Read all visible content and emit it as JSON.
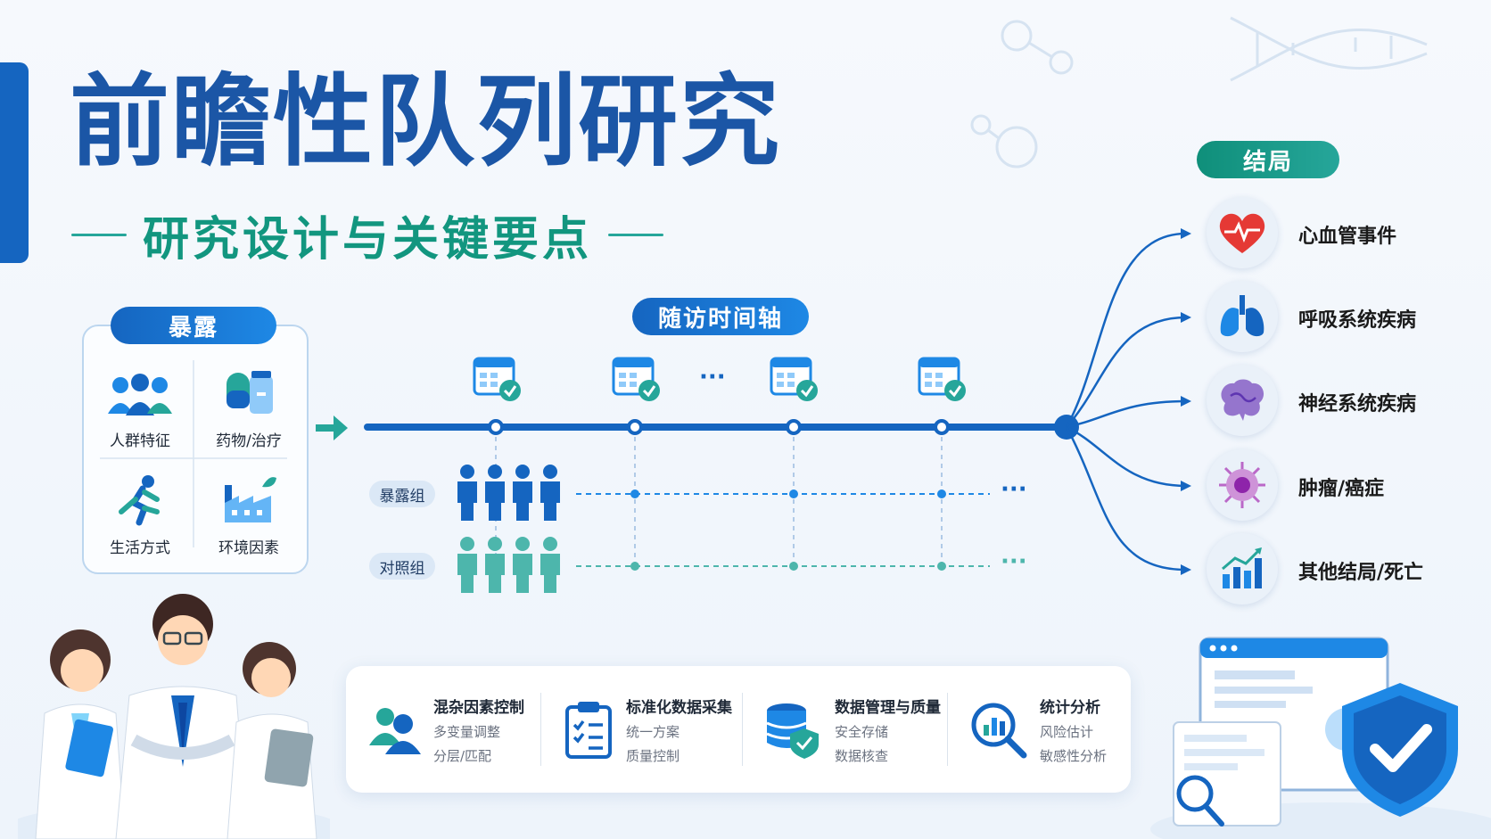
{
  "header": {
    "title": "前瞻性队列研究",
    "subtitle": "研究设计与关键要点"
  },
  "exposure": {
    "label": "暴露",
    "items": [
      {
        "label": "人群特征",
        "icon": "people-group-icon"
      },
      {
        "label": "药物/治疗",
        "icon": "medicine-icon"
      },
      {
        "label": "生活方式",
        "icon": "running-person-icon"
      },
      {
        "label": "环境因素",
        "icon": "factory-leaf-icon"
      }
    ]
  },
  "timeline": {
    "label": "随访时间轴",
    "ellipsis": "···",
    "groups": [
      {
        "label": "暴露组",
        "color": "#1565c0",
        "trail": "···"
      },
      {
        "label": "对照组",
        "color": "#4db6ac",
        "trail": "···"
      }
    ]
  },
  "outcomes": {
    "label": "结局",
    "items": [
      {
        "label": "心血管事件",
        "icon": "heart-icon"
      },
      {
        "label": "呼吸系统疾病",
        "icon": "lungs-icon"
      },
      {
        "label": "神经系统疾病",
        "icon": "brain-icon"
      },
      {
        "label": "肿瘤/癌症",
        "icon": "cell-icon"
      },
      {
        "label": "其他结局/死亡",
        "icon": "bar-chart-icon"
      }
    ]
  },
  "key_points": [
    {
      "title": "混杂因素控制",
      "lines": [
        "多变量调整",
        "分层/匹配"
      ],
      "icon": "users-icon"
    },
    {
      "title": "标准化数据采集",
      "lines": [
        "统一方案",
        "质量控制"
      ],
      "icon": "clipboard-icon"
    },
    {
      "title": "数据管理与质量",
      "lines": [
        "安全存储",
        "数据核查"
      ],
      "icon": "database-shield-icon"
    },
    {
      "title": "统计分析",
      "lines": [
        "风险估计",
        "敏感性分析"
      ],
      "icon": "magnifier-chart-icon"
    }
  ],
  "colors": {
    "primary": "#1565c0",
    "teal": "#12967f",
    "light_teal": "#4db6ac"
  }
}
